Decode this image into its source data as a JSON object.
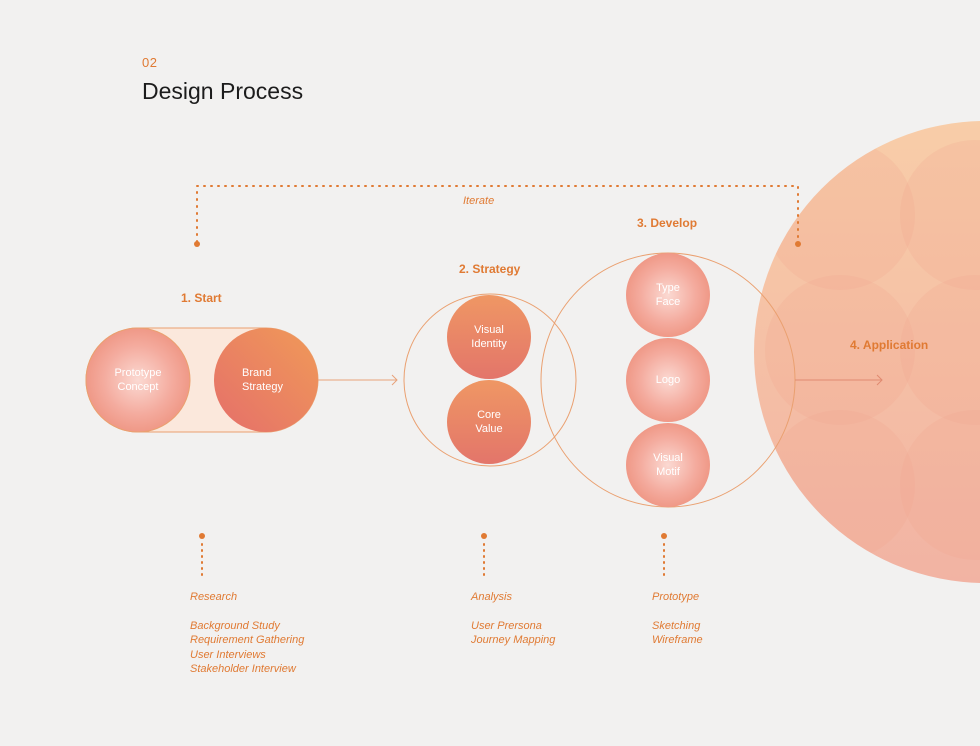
{
  "header": {
    "section_number": "02",
    "title": "Design Process"
  },
  "iterate_label": "Iterate",
  "stages": {
    "start": {
      "label": "1. Start",
      "nodes": [
        "Prototype\nConcept",
        "Brand\nStrategy"
      ]
    },
    "strategy": {
      "label": "2. Strategy",
      "nodes": [
        "Visual\nIdentity",
        "Core\nValue"
      ]
    },
    "develop": {
      "label": "3. Develop",
      "nodes": [
        "Type\nFace",
        "Logo",
        "Visual\nMotif"
      ]
    },
    "application": {
      "label": "4. Application"
    }
  },
  "notes": {
    "start": {
      "heading": "Research",
      "items": [
        "Background Study",
        "Requirement Gathering",
        "User Interviews",
        "Stakeholder Interview"
      ]
    },
    "strategy": {
      "heading": "Analysis",
      "items": [
        "User Prersona",
        "Journey Mapping"
      ]
    },
    "develop": {
      "heading": "Prototype",
      "items": [
        "Sketching",
        "Wireframe"
      ]
    }
  },
  "colors": {
    "accent": "#e07a33",
    "node_light": "#f6b1a6",
    "node_dark": "#e5826a",
    "big_circle": "#f6c6a5"
  }
}
